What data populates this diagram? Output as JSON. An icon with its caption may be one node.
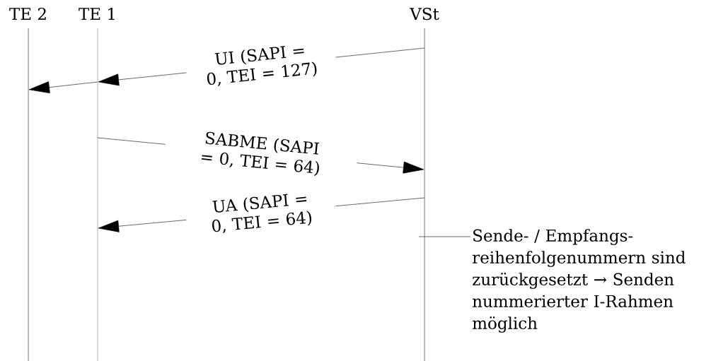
{
  "diagram": {
    "nodes": [
      {
        "text": [
          "TE 2"
        ]
      },
      {
        "text": [
          "TE 1"
        ]
      },
      {
        "text": [
          "VSt"
        ]
      },
      {
        "text": [
          "Sende- / Empfangs- reihenfolgenummern sind zurückgesetzt → Senden nummerierter I-Rahmen möglich"
        ]
      }
    ],
    "edges": [
      {
        "from": 2,
        "to": 1,
        "arrow": "to",
        "label": "UI (SAPI = 0, TEI = 127)"
      },
      {
        "from": 1,
        "to": 0,
        "arrow": "to"
      },
      {
        "from": 1,
        "to": 2,
        "arrow": "to",
        "label": "SABME (SAPI = 0, TEI = 64)"
      },
      {
        "from": 2,
        "to": 1,
        "arrow": "to",
        "label": "UA (SAPI = 0, TEI = 64)"
      },
      {
        "from": 3,
        "to": 2,
        "arrow": "none"
      }
    ]
  }
}
